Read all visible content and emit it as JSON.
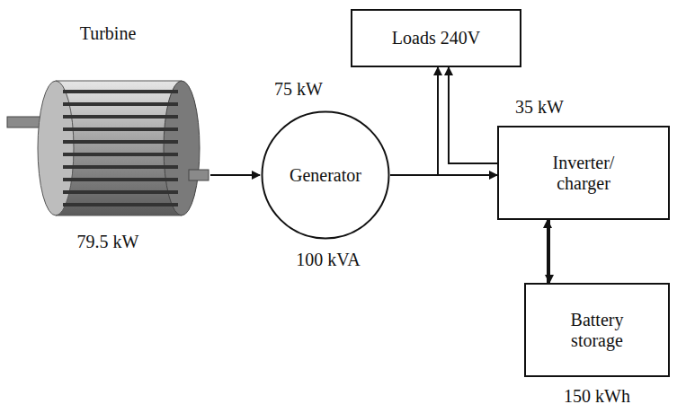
{
  "diagram": {
    "nodes": [
      {
        "text": [
          "Loads 240V"
        ]
      },
      {
        "text": [
          "Generator"
        ]
      },
      {
        "text": [
          "Inverter/ charger"
        ]
      },
      {
        "text": [
          "Battery storage"
        ]
      }
    ],
    "edges": [
      {
        "from": 1,
        "to": 0,
        "arrow": "to"
      },
      {
        "from": 1,
        "to": 2,
        "arrow": "to"
      },
      {
        "from": 2,
        "to": 0,
        "arrow": "to"
      },
      {
        "from": 2,
        "to": 3,
        "arrow": "to"
      },
      {
        "from": 3,
        "to": 2,
        "arrow": "to"
      }
    ],
    "labels": [
      "Turbine",
      "79.5 kW",
      "75 kW",
      "100 kVA",
      "35 kW",
      "150 kWh"
    ]
  }
}
